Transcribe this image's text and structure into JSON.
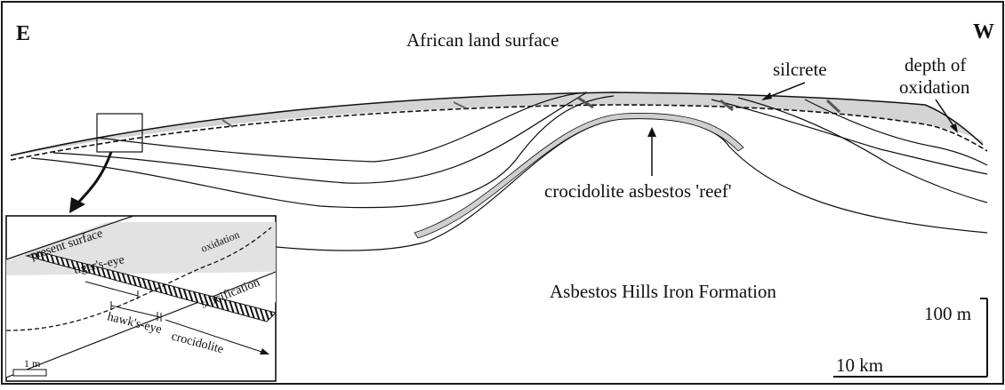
{
  "direction": {
    "left": "E",
    "right": "W"
  },
  "labels": {
    "land_surface": "African land surface",
    "silcrete": "silcrete",
    "depth_of_oxidation_line1": "depth of",
    "depth_of_oxidation_line2": "oxidation",
    "reef": "crocidolite asbestos 'reef'",
    "formation": "Asbestos Hills Iron Formation"
  },
  "scale": {
    "vertical": "100 m",
    "horizontal": "10 km"
  },
  "inset": {
    "present_surface": "present surface",
    "oxidation": "oxidation",
    "tigers_eye": "tiger's-eye",
    "silicification": "silicification",
    "hawks_eye": "hawk's-eye",
    "crocidolite": "crocidolite",
    "scale": "1 m"
  },
  "colors": {
    "ink": "#111111",
    "silcrete_fill": "#d4d4d4",
    "inset_fill": "#e2e2e2",
    "frame": "#1a1a1a"
  }
}
